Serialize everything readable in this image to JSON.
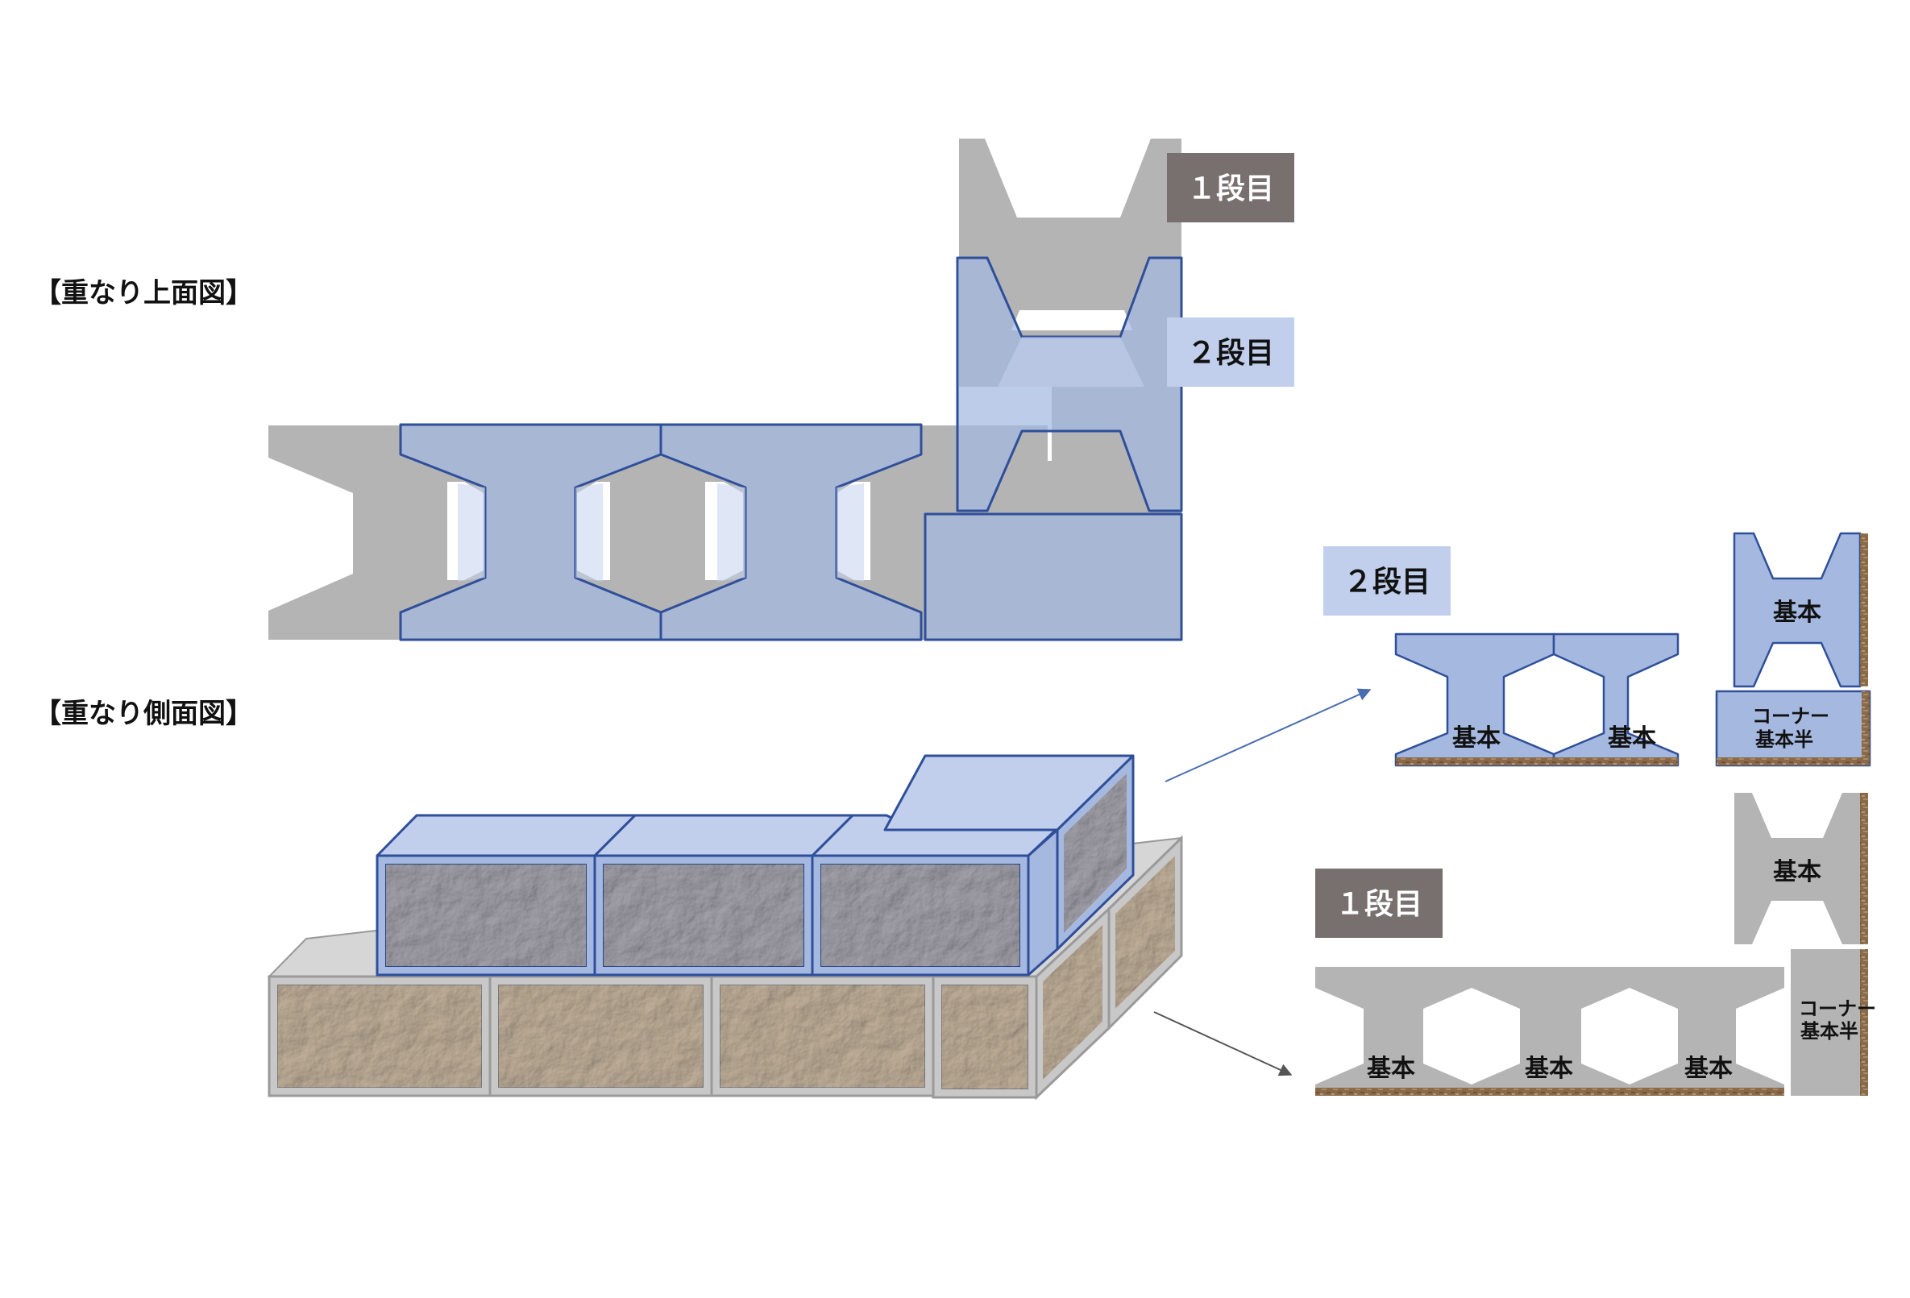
{
  "headings": {
    "top_view": "【重なり上面図】",
    "side_view": "【重なり側面図】"
  },
  "tags": {
    "tier1": "１段目",
    "tier2": "２段目"
  },
  "block_labels": {
    "basic": "基本",
    "corner_line1": "コーナー",
    "corner_line2": "基本半"
  },
  "colors": {
    "gray_block": "#b4b4b4",
    "blue_block": "#a4b8e0",
    "blue_outline": "#2f4f9a",
    "tier1_tag": "#77706f",
    "tier2_tag": "#c1cfec",
    "texture_gray": "#a9a7b0",
    "texture_tan": "#c7b6a0",
    "wood_strip": "#8a6a48"
  }
}
